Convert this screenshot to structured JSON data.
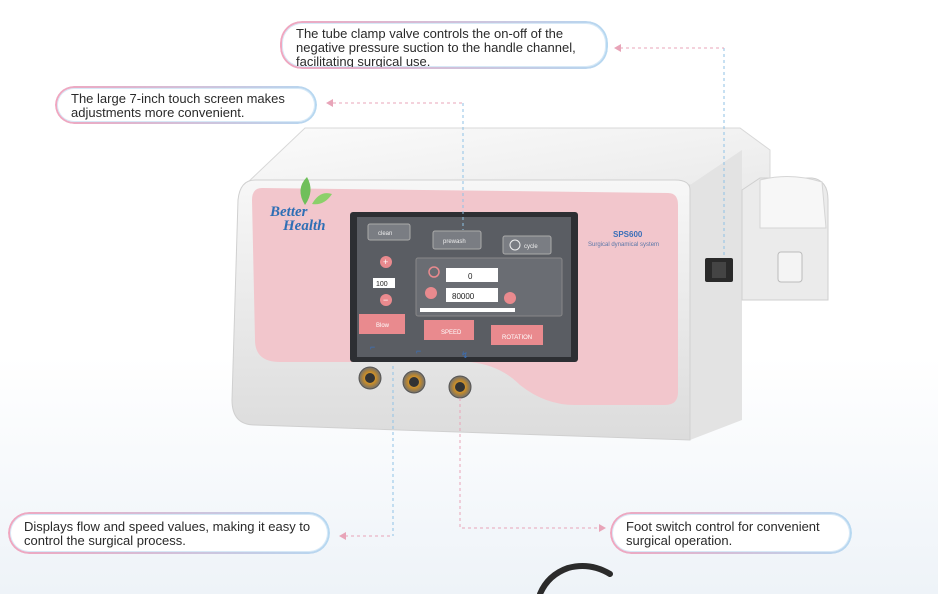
{
  "callouts": {
    "valve": "The tube clamp valve controls the on-off of the negative pressure suction to the handle channel, facilitating surgical use.",
    "screen": "The large 7-inch touch screen makes adjustments more convenient.",
    "display": "Displays flow and speed values, making it easy to control the surgical process.",
    "foot": "Foot switch control for convenient surgical operation."
  },
  "device": {
    "brand_line1": "Better",
    "brand_line2": "Health",
    "model": "SPS600",
    "model_sub": "Surgical dynamical system",
    "screen": {
      "top_btn_1": "clean",
      "top_btn_2": "prewash",
      "top_btn_3": "cycle",
      "left_value": "100",
      "flow_value": "0",
      "speed_value": "80000",
      "bottom_btn_1": "Blow",
      "bottom_btn_2": "SPEED",
      "bottom_btn_3": "ROTATION"
    }
  },
  "colors": {
    "panel_pink": "#f2c6cc",
    "screen_bg": "#5a5d63",
    "screen_btn": "#e98a8e",
    "callout_pink": "#f0a6bf",
    "callout_blue": "#b6d8f1",
    "dashed": "#e8a4b8"
  }
}
